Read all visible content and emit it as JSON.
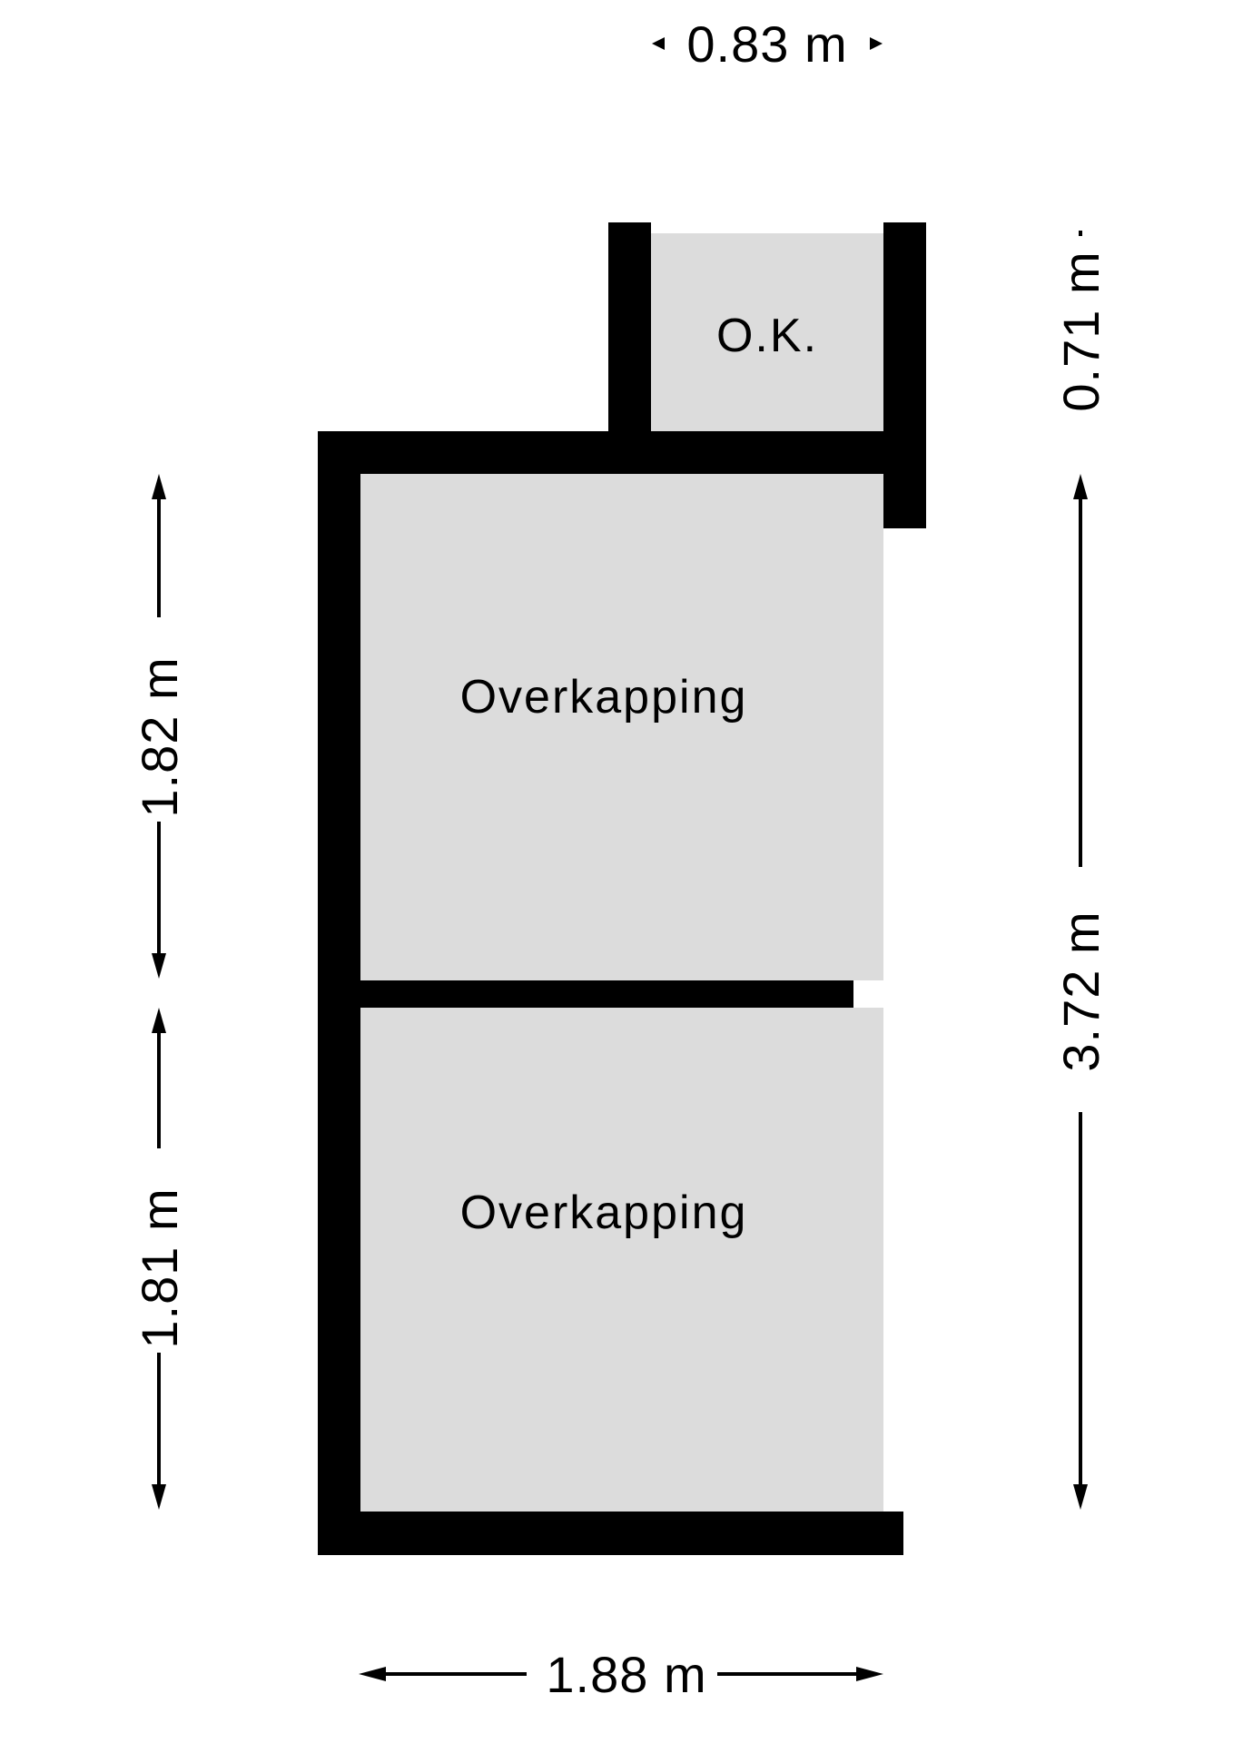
{
  "colors": {
    "wall": "#000000",
    "floor": "#dcdcdc",
    "background": "#ffffff",
    "text": "#000000"
  },
  "rooms": {
    "ok": {
      "label": "O.K."
    },
    "overkapping_upper": {
      "label": "Overkapping"
    },
    "overkapping_lower": {
      "label": "Overkapping"
    }
  },
  "dimensions": {
    "top_width": "0.83 m",
    "ok_height": "0.71 m",
    "left_upper_height": "1.82 m",
    "left_lower_height": "1.81 m",
    "right_total_height": "3.72 m",
    "bottom_width": "1.88 m"
  }
}
